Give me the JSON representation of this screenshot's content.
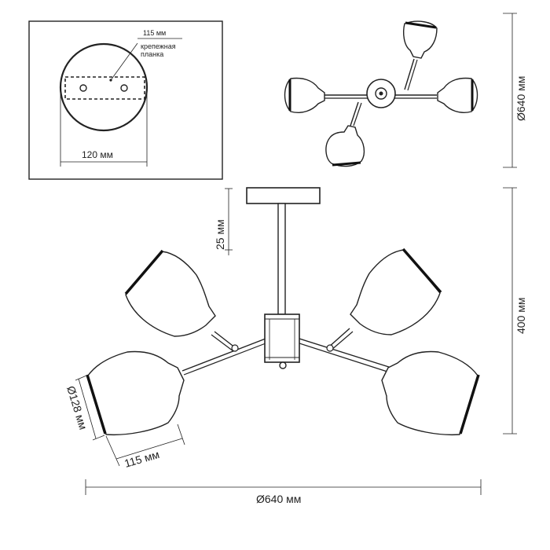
{
  "detail": {
    "dim_plate": "115 мм",
    "plate_label_line1": "крепежная",
    "plate_label_line2": "планка",
    "dim_base": "120 мм"
  },
  "top_view": {
    "dim_diameter": "Ø640 мм"
  },
  "side_view": {
    "dim_rod": "25 мм",
    "dim_height": "400 мм",
    "dim_shade_diameter": "Ø128 мм",
    "dim_shade_length": "115 мм",
    "dim_overall_diameter": "Ø640 мм"
  },
  "colors": {
    "line": "#222222",
    "rim": "#111111"
  }
}
